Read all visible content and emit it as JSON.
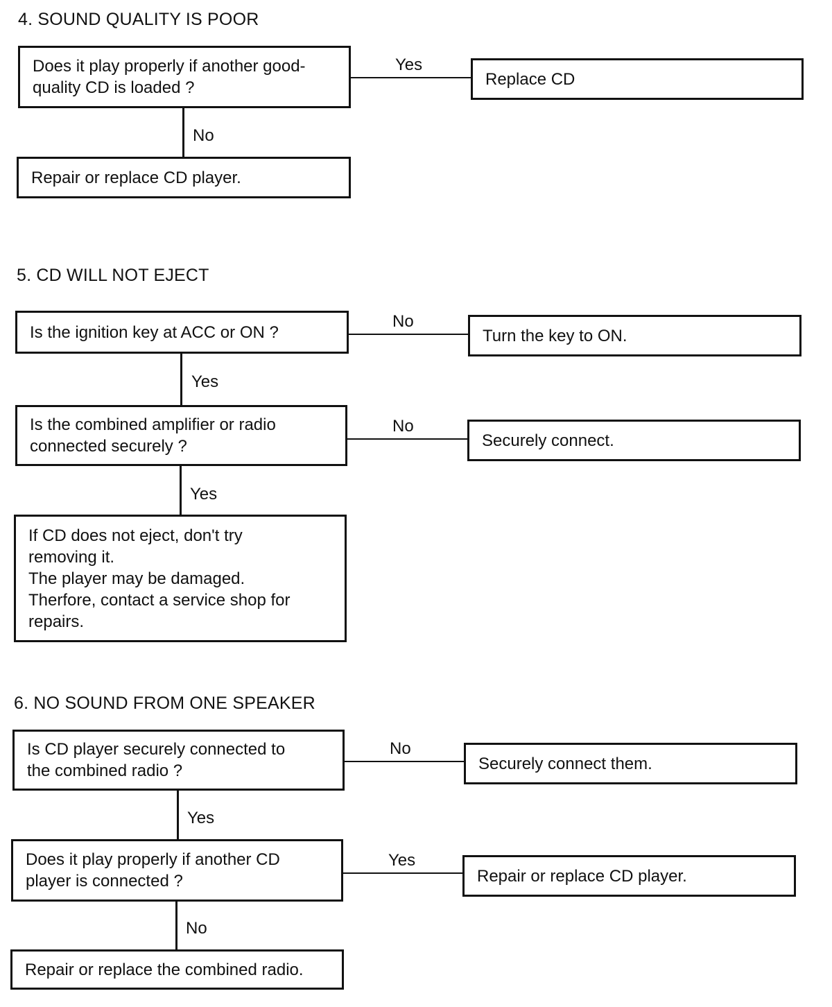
{
  "sections": [
    {
      "title": "4.  SOUND QUALITY IS POOR",
      "q1": "Does it play properly if another good-\nquality CD is loaded ?",
      "yes_label": "Yes",
      "yes_action": "Replace CD",
      "no_label": "No",
      "no_action": "Repair or replace CD player."
    },
    {
      "title": "5.  CD WILL NOT EJECT",
      "q1": "Is the ignition key at ACC or ON ?",
      "q1_no_label": "No",
      "q1_no_action": "Turn the key to ON.",
      "q1_yes_label": "Yes",
      "q2": "Is the combined amplifier or radio\nconnected securely ?",
      "q2_no_label": "No",
      "q2_no_action": "Securely connect.",
      "q2_yes_label": "Yes",
      "final": "If  CD does not eject, don't try\nremoving it.\nThe player may be damaged.\nTherfore,  contact a service shop for\nrepairs."
    },
    {
      "title": "6.  NO SOUND FROM ONE SPEAKER",
      "q1": "Is CD player securely connected to\nthe combined radio ?",
      "q1_no_label": "No",
      "q1_no_action": "Securely connect them.",
      "q1_yes_label": "Yes",
      "q2": "Does it play properly if another CD\nplayer is connected ?",
      "q2_yes_label": "Yes",
      "q2_yes_action": "Repair or replace CD player.",
      "q2_no_label": "No",
      "q2_no_action": "Repair or replace the combined radio."
    }
  ]
}
